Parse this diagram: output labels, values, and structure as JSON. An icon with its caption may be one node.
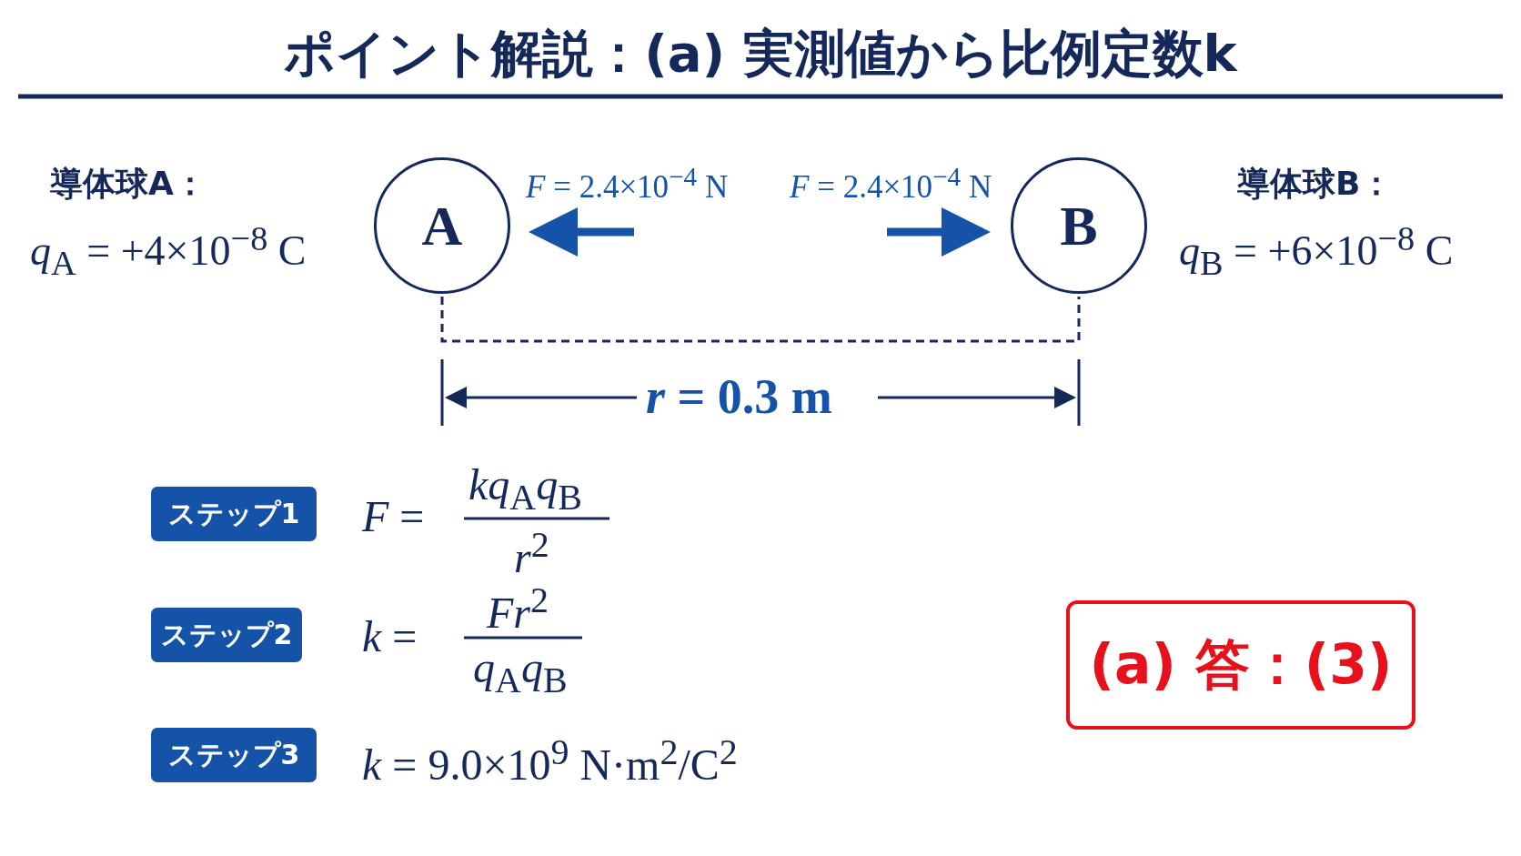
{
  "diagram": {
    "title": "ポイント解説：(a) 実測値から比例定数k",
    "nodes": [
      {
        "text": [
          "A"
        ]
      },
      {
        "text": [
          "B"
        ]
      },
      {
        "text": [
          "ステップ1"
        ]
      },
      {
        "text": [
          "ステップ2"
        ]
      },
      {
        "text": [
          "ステップ3"
        ]
      },
      {
        "text": [
          "(a) 答：(3)"
        ]
      }
    ],
    "labels": [
      "導体球A：",
      "*F* = 2.4×10$^{−4}$ N",
      "*F* = 2.4×10$^{−4}$ N",
      "導体球B：",
      "*q*$_{A}$ = +4×10$^{−8}$ C",
      "*q*$_{B}$ = +6×10$^{−8}$ C",
      "*r* = 0.3 m",
      "*F* =",
      "*kq*$_{A}$*q*$_{B}$",
      "*r*$^{2}$",
      "*k* =",
      "*Fr*$^{2}$",
      "*q*$_{A}$*q*$_{B}$",
      "*k* = 9.0×10$^{9}$ N·m$^{2}$/C$^{2}$"
    ]
  }
}
